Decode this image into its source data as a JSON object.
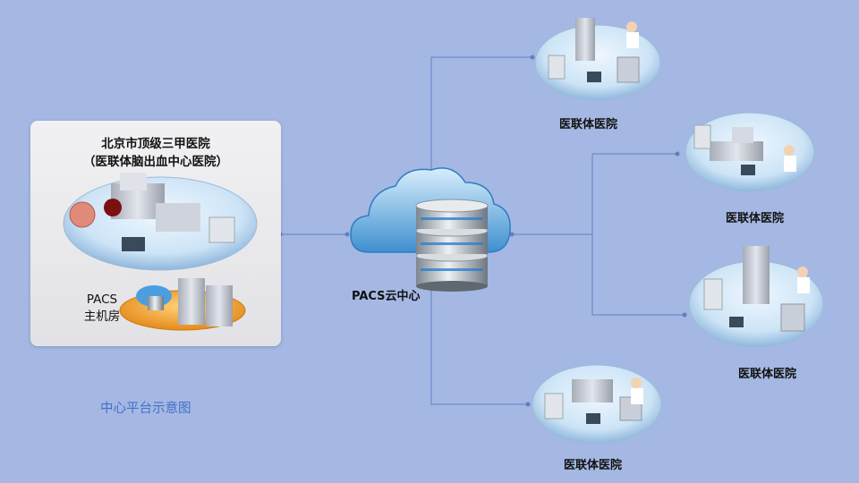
{
  "hub": {
    "title_line1": "北京市顶级三甲医院",
    "title_line2": "（医联体脑出血中心医院）",
    "pacs_room_line1": "PACS",
    "pacs_room_line2": "主机房"
  },
  "cloud": {
    "label": "PACS云中心"
  },
  "nodes": [
    {
      "label": "医联体医院"
    },
    {
      "label": "医联体医院"
    },
    {
      "label": "医联体医院"
    },
    {
      "label": "医联体医院"
    }
  ],
  "caption": "中心平台示意图",
  "colors": {
    "background": "#a4b8e3",
    "connector": "#5f7fc4",
    "platform_blue": "#cfe5f7",
    "server_orange": "#f0a030",
    "caption_blue": "#4670c7"
  }
}
